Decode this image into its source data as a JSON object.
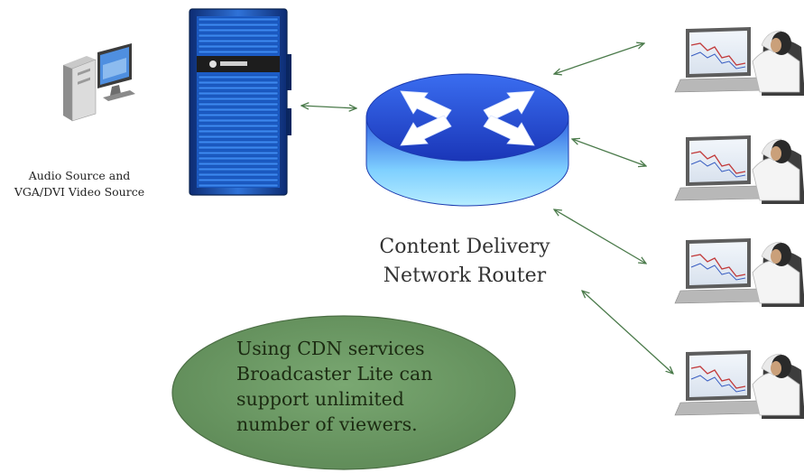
{
  "source": {
    "label_lines": [
      "Audio Source and",
      "VGA/DVI Video Source"
    ]
  },
  "router": {
    "label_lines": [
      "Content Delivery",
      "Network Router"
    ]
  },
  "callout": {
    "lines": [
      "Using CDN services",
      "Broadcaster Lite can",
      "support unlimited",
      "number of viewers."
    ]
  },
  "viewers": {
    "count": 4
  },
  "colors": {
    "connector_arrow": "#4a7a4a",
    "encoder_blue": "#1f62c8",
    "router_blue": "#1f4fd6",
    "callout_green": "#6f9a67"
  },
  "icons": {
    "source": "desktop-computer-icon",
    "encoder": "broadcaster-device-icon",
    "router": "router-icon",
    "viewer": "laptop-viewer-icon"
  }
}
